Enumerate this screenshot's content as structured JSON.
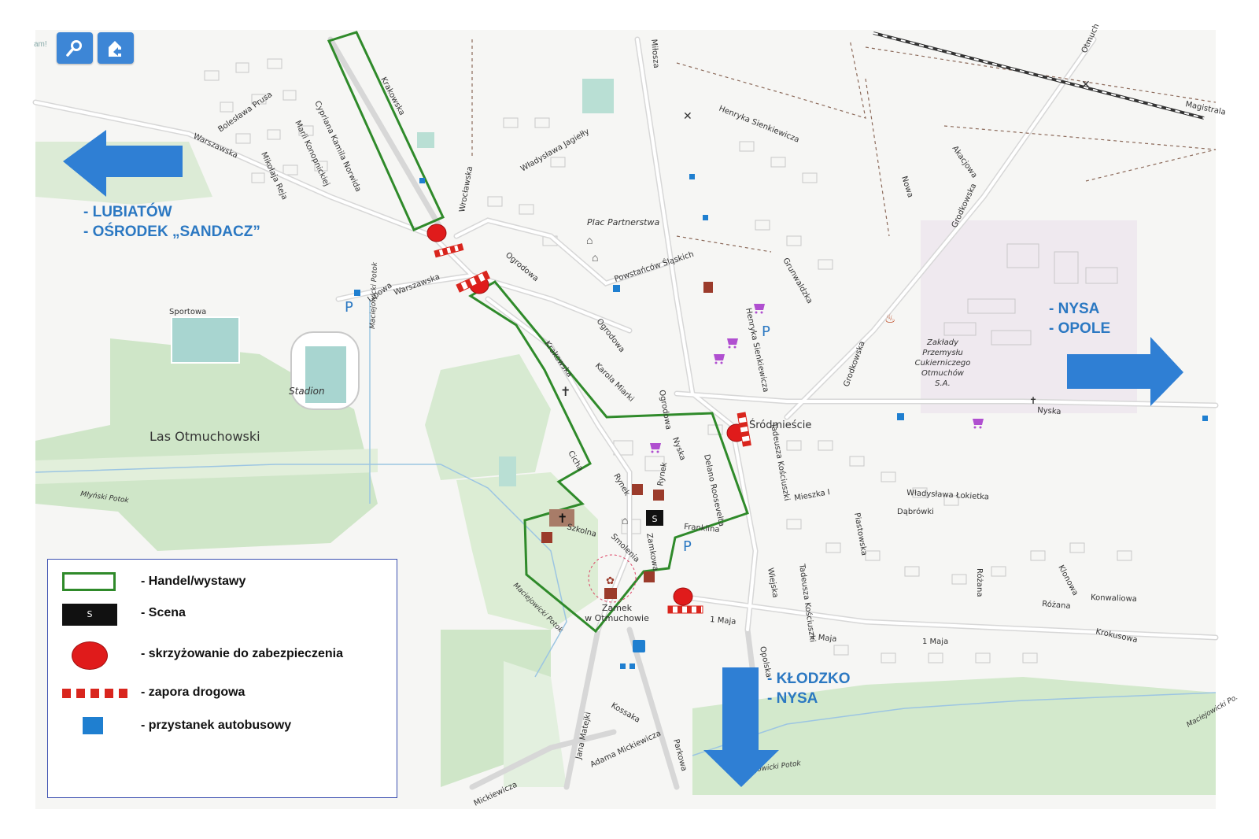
{
  "toolbar": {
    "label": "am!",
    "search_icon": "magnifier-icon",
    "route_icon": "route-icon"
  },
  "destinations": {
    "west_line1": "- LUBIATÓW",
    "west_line2": "- OŚRODEK „SANDACZ”",
    "east_line1": "- NYSA",
    "east_line2": "- OPOLE",
    "south_line1": "- KŁODZKO",
    "south_line2": "- NYSA"
  },
  "streets": {
    "krakowska_n": "Krakowska",
    "krakowska_s": "Krakowska",
    "boleslawa_prusa": "Bolesława Prusa",
    "cypriana": "Cypriana Kamila Norwida",
    "mikolaja_reja": "Mikołaja Reja",
    "marii_konopnickiej": "Marii Konopnickiej",
    "warszawska_w": "Warszawska",
    "warszawska_c": "Warszawska",
    "wroclawska": "Wrocławska",
    "wladyslawa_jagielly": "Władysława Jagiełły",
    "henryka_sienkiewicza_n": "Henryka Sienkiewicza",
    "henryka_sienkiewicza_s": "Henryka Sienkiewicza",
    "magistrala": "Magistrala",
    "nowa": "Nowa",
    "akacjowa": "Akacjowa",
    "grodkowska_n": "Grodkowska",
    "grodkowska_s": "Grodkowska",
    "ogrodowa_1": "Ogrodowa",
    "ogrodowa_2": "Ogrodowa",
    "ogrodowa_3": "Ogrodowa",
    "powstancow": "Powstańców Śląskich",
    "grunwaldzka": "Grunwaldzka",
    "upowa": "Lipowa",
    "sportowa": "Sportowa",
    "karola_miarki": "Karola Miarki",
    "cicha": "Cicha",
    "nyska_c": "Nyska",
    "nyska_e": "Nyska",
    "rynek_1": "Rynek",
    "rynek_2": "Rynek",
    "delano": "Delano Roosevelta",
    "franklina": "Franklina",
    "zamkowa": "Zamkowa",
    "smolenia": "Smolenia",
    "szkolna": "Szkolna",
    "tadeusza_n": "Tadeusza Kościuszki",
    "tadeusza_s": "Tadeusza Kościuszki",
    "mieszka": "Mieszka I",
    "piastowska": "Piastowska",
    "wladyslawa_lokietka": "Władysława Łokietka",
    "dabrowki": "Dąbrówki",
    "rozana_1": "Różana",
    "rozana_2": "Różana",
    "klonowa": "Klonowa",
    "konwaliowa": "Konwaliowa",
    "krokusowa": "Krokusowa",
    "maja_1": "1 Maja",
    "maja_2": "1 Maja",
    "maja_3": "1 Maja",
    "wiejska": "Wiejska",
    "opolska": "Opolska",
    "kossaka": "Kossaka",
    "jana_matejki": "Jana Matejki",
    "adama_mickiewicza": "Adama Mickiewicza",
    "mickiewicza": "Mickiewicza",
    "parkowa": "Parkowa",
    "miloszа": "Miłosza",
    "otmuchow_rail": "Otmuch"
  },
  "places": {
    "plac": "Plac Partnerstwa",
    "stadion": "Stadion",
    "las": "Las Otmuchowski",
    "srodmiescie": "Śródmieście",
    "zaklady_1": "Zakłady",
    "zaklady_2": "Przemysłu",
    "zaklady_3": "Cukierniczego",
    "zaklady_4": "Otmuchów",
    "zaklady_5": "S.A.",
    "zamek_1": "Zamek",
    "zamek_2": "w Otmuchowie",
    "potok_1": "Młyński Potok",
    "potok_2": "Maciejowicki Potok",
    "potok_3": "Maciejowicki Potok",
    "potok_4": "Maciejowicki Potok",
    "potok_5": "Maciejowicki Po.",
    "parking": "P",
    "scene_letter": "S"
  },
  "legend": {
    "items": [
      {
        "label": "- Handel/wystawy",
        "symbol": "green-outline-rect"
      },
      {
        "label": "- Scena",
        "symbol": "black-rect",
        "symbol_text": "S"
      },
      {
        "label": "- skrzyżowanie do  zabezpieczenia",
        "symbol": "red-ellipse"
      },
      {
        "label": "- zapora drogowa",
        "symbol": "red-dashed-bar"
      },
      {
        "label": "- przystanek autobusowy",
        "symbol": "blue-square"
      }
    ]
  },
  "colors": {
    "trade_zone": "#2f8a2a",
    "intersection": "#e01b1b",
    "roadblock": "#d9251d",
    "bus_stop": "#1f7fd0",
    "arrow": "#2f7fd4",
    "destination_text": "#2b78c2",
    "forest": "#cfe8c9",
    "stage": "#111111"
  }
}
